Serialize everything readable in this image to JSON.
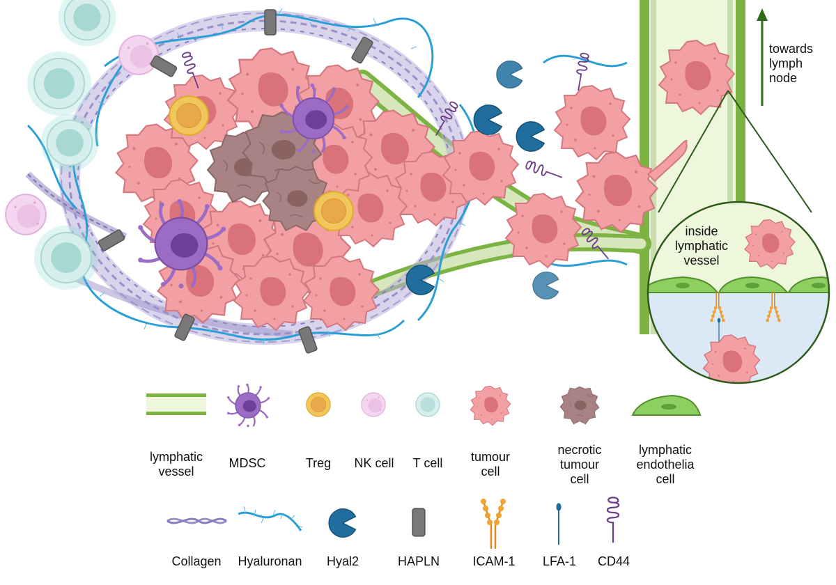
{
  "diagram": {
    "annotations": {
      "direction_label": "towards\nlymph\nnode",
      "inset_label": "inside\nlymphatic\nvessel"
    },
    "legend_row1": [
      {
        "icon": "lymphatic-vessel",
        "label": "lymphatic\nvessel"
      },
      {
        "icon": "mdsc-cell",
        "label": "MDSC"
      },
      {
        "icon": "treg-cell",
        "label": "Treg"
      },
      {
        "icon": "nk-cell",
        "label": "NK cell"
      },
      {
        "icon": "t-cell",
        "label": "T cell"
      },
      {
        "icon": "tumour-cell",
        "label": "tumour\ncell"
      },
      {
        "icon": "necrotic-tumour-cell",
        "label": "necrotic\ntumour\ncell"
      },
      {
        "icon": "lymphatic-endothelial-cell",
        "label": "lymphatic\nendothelia\ncell"
      }
    ],
    "legend_row2": [
      {
        "icon": "collagen",
        "label": "Collagen"
      },
      {
        "icon": "hyaluronan",
        "label": "Hyaluronan"
      },
      {
        "icon": "hyal2",
        "label": "Hyal2"
      },
      {
        "icon": "hapln",
        "label": "HAPLN"
      },
      {
        "icon": "icam-1",
        "label": "ICAM-1"
      },
      {
        "icon": "lfa-1",
        "label": "LFA-1"
      },
      {
        "icon": "cd44",
        "label": "CD44"
      }
    ],
    "colors": {
      "vessel_green": "#7cb342",
      "vessel_fill": "#eef6dc",
      "tumour": "#f2a0a4",
      "tumour_nucleus": "#d97379",
      "necrotic": "#a98383",
      "mdsc": "#9c6cc4",
      "treg": "#f1c75b",
      "nk": "#f0c8ea",
      "tcell": "#c5e8e3",
      "hyaluronan": "#2a9fd6",
      "hyal2": "#1f6e9e",
      "hapln": "#7a7778",
      "collagen": "#9b8fc7",
      "icam": "#f0a330",
      "cd44": "#6e3d8a",
      "inset_fluid": "#dbe9f7"
    }
  }
}
